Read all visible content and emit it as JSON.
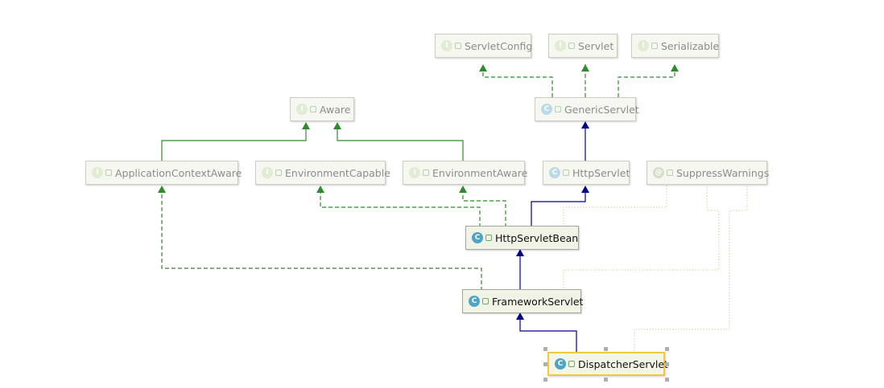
{
  "nodes": {
    "servletconfig": {
      "label": "ServletConfig",
      "kind": "interface",
      "icon": "I"
    },
    "servlet": {
      "label": "Servlet",
      "kind": "interface",
      "icon": "I"
    },
    "serializable": {
      "label": "Serializable",
      "kind": "interface",
      "icon": "I"
    },
    "aware": {
      "label": "Aware",
      "kind": "interface",
      "icon": "I"
    },
    "genericservlet": {
      "label": "GenericServlet",
      "kind": "class",
      "icon": "C"
    },
    "applicationcontextaware": {
      "label": "ApplicationContextAware",
      "kind": "interface",
      "icon": "I"
    },
    "environmentcapable": {
      "label": "EnvironmentCapable",
      "kind": "interface",
      "icon": "I"
    },
    "environmentaware": {
      "label": "EnvironmentAware",
      "kind": "interface",
      "icon": "I"
    },
    "httpservlet": {
      "label": "HttpServlet",
      "kind": "class",
      "icon": "C"
    },
    "suppresswarnings": {
      "label": "SuppressWarnings",
      "kind": "annotation",
      "icon": "@"
    },
    "httpservletbean": {
      "label": "HttpServletBean",
      "kind": "class",
      "icon": "C"
    },
    "frameworkservlet": {
      "label": "FrameworkServlet",
      "kind": "class",
      "icon": "C"
    },
    "dispatcherservlet": {
      "label": "DispatcherServlet",
      "kind": "class",
      "icon": "C",
      "selected": true
    }
  },
  "colors": {
    "extends": "#00008b",
    "implements_interface": "#2e8b2e",
    "annotation_link": "#d8c4a0",
    "selection": "#f0c93d"
  }
}
